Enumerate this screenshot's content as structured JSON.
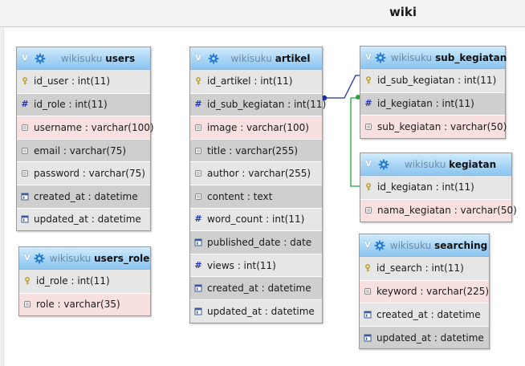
{
  "database": {
    "title": "wiki"
  },
  "colors": {
    "link_blue": "#1a2fa8",
    "link_green": "#21a43c",
    "header": "#a5d3f5"
  },
  "tables": [
    {
      "id": "users",
      "db": "wikisuku",
      "name": "users",
      "columns": [
        {
          "label": "id_user : int(11)",
          "kind": "key",
          "bg": "a"
        },
        {
          "label": "id_role : int(11)",
          "kind": "int",
          "bg": "b"
        },
        {
          "label": "username : varchar(100)",
          "kind": "text",
          "bg": "p"
        },
        {
          "label": "email : varchar(75)",
          "kind": "text",
          "bg": "b"
        },
        {
          "label": "password : varchar(75)",
          "kind": "text",
          "bg": "a"
        },
        {
          "label": "created_at : datetime",
          "kind": "date",
          "bg": "b"
        },
        {
          "label": "updated_at : datetime",
          "kind": "date",
          "bg": "a"
        }
      ]
    },
    {
      "id": "users_role",
      "db": "wikisuku",
      "name": "users_role",
      "columns": [
        {
          "label": "id_role : int(11)",
          "kind": "key",
          "bg": "a"
        },
        {
          "label": "role : varchar(35)",
          "kind": "text",
          "bg": "p"
        }
      ]
    },
    {
      "id": "artikel",
      "db": "wikisuku",
      "name": "artikel",
      "columns": [
        {
          "label": "id_artikel : int(11)",
          "kind": "key",
          "bg": "a"
        },
        {
          "label": "id_sub_kegiatan : int(11)",
          "kind": "int",
          "bg": "b"
        },
        {
          "label": "image : varchar(100)",
          "kind": "text",
          "bg": "p"
        },
        {
          "label": "title : varchar(255)",
          "kind": "text",
          "bg": "b"
        },
        {
          "label": "author : varchar(255)",
          "kind": "text",
          "bg": "a"
        },
        {
          "label": "content : text",
          "kind": "text",
          "bg": "b"
        },
        {
          "label": "word_count : int(11)",
          "kind": "int",
          "bg": "a"
        },
        {
          "label": "published_date : date",
          "kind": "date",
          "bg": "b"
        },
        {
          "label": "views : int(11)",
          "kind": "int",
          "bg": "a"
        },
        {
          "label": "created_at : datetime",
          "kind": "date",
          "bg": "b"
        },
        {
          "label": "updated_at : datetime",
          "kind": "date",
          "bg": "a"
        }
      ]
    },
    {
      "id": "sub_kegiatan",
      "db": "wikisuku",
      "name": "sub_kegiatan",
      "columns": [
        {
          "label": "id_sub_kegiatan : int(11)",
          "kind": "key",
          "bg": "a"
        },
        {
          "label": "id_kegiatan : int(11)",
          "kind": "int",
          "bg": "b"
        },
        {
          "label": "sub_kegiatan : varchar(50)",
          "kind": "text",
          "bg": "p"
        }
      ]
    },
    {
      "id": "kegiatan",
      "db": "wikisuku",
      "name": "kegiatan",
      "columns": [
        {
          "label": "id_kegiatan : int(11)",
          "kind": "key",
          "bg": "a"
        },
        {
          "label": "nama_kegiatan : varchar(50)",
          "kind": "text",
          "bg": "p"
        }
      ]
    },
    {
      "id": "searching",
      "db": "wikisuku",
      "name": "searching",
      "columns": [
        {
          "label": "id_search : int(11)",
          "kind": "key",
          "bg": "a"
        },
        {
          "label": "keyword : varchar(225)",
          "kind": "text",
          "bg": "p"
        },
        {
          "label": "created_at : datetime",
          "kind": "date",
          "bg": "a"
        },
        {
          "label": "updated_at : datetime",
          "kind": "date",
          "bg": "b"
        }
      ]
    }
  ]
}
